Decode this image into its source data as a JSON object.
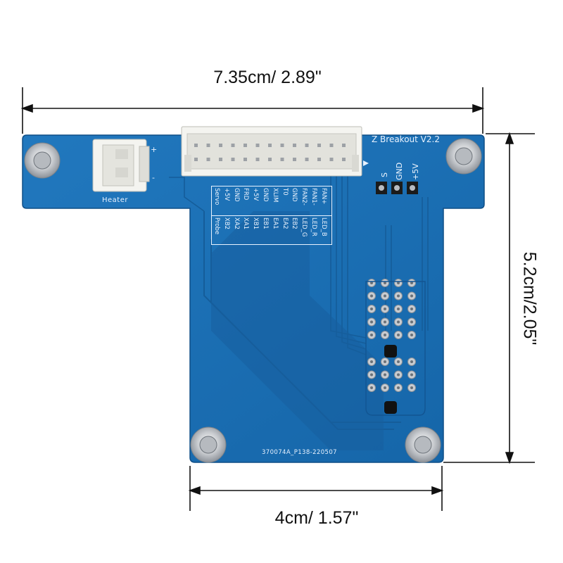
{
  "dimensions": {
    "width_label": "7.35cm/ 2.89\"",
    "height_label": "5.2cm/2.05\"",
    "bottom_width_label": "4cm/ 1.57\""
  },
  "board": {
    "title": "Z Breakout V2.2",
    "heater_label": "Heater",
    "heater_plus": "+",
    "heater_minus": "-",
    "serial": "370074A_P138-220507",
    "header_pins": {
      "s": "S",
      "gnd": "GND",
      "vcc": "+5V"
    },
    "pinmap_top": [
      "Servo",
      "+5V",
      "GND",
      "FRD",
      "+5V",
      "GND",
      "XLIM",
      "T0",
      "GND",
      "FAN2-",
      "FAN1-",
      "FAN+"
    ],
    "pinmap_bottom": [
      "Probe",
      "XB2",
      "XA2",
      "XA1",
      "XB1",
      "EB1",
      "EA1",
      "EA2",
      "EB2",
      "LED_G",
      "LED_R",
      "LED_B"
    ]
  },
  "colors": {
    "pcb": "#1c70b6",
    "pcb_dark": "#155d9a",
    "pcb_edge": "#0f4e86",
    "silk": "#e8f2ff",
    "connector": "#f2f2ee"
  }
}
